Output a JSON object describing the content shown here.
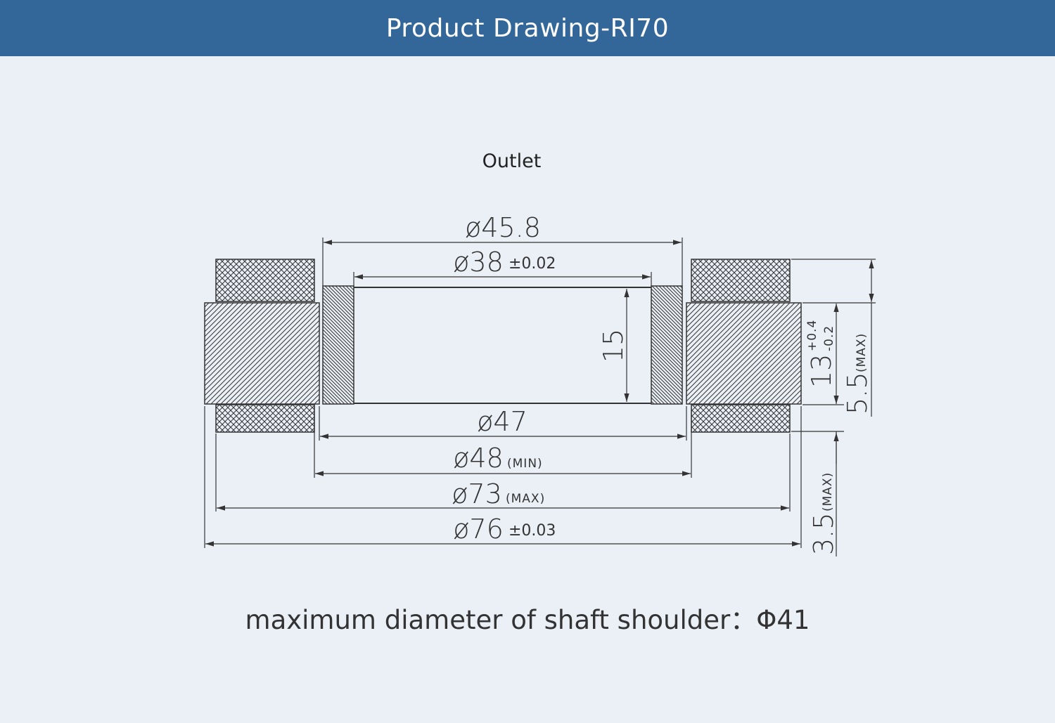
{
  "header": {
    "title": "Product Drawing-RI70"
  },
  "drawing": {
    "view_label": "Outlet",
    "dimensions": {
      "d45_8": "ø45.8",
      "d38": "ø38",
      "d38_tol": "±0.02",
      "h15": "15",
      "d47": "ø47",
      "d48": "ø48",
      "d48_note": "(MIN)",
      "d73": "ø73",
      "d73_note": "(MAX)",
      "d76": "ø76",
      "d76_tol": "±0.03",
      "h13": "13",
      "h13_tol_plus": "+0.4",
      "h13_tol_minus": "-0.2",
      "h5_5": "5.5",
      "h5_5_note": "(MAX)",
      "h3_5": "3.5",
      "h3_5_note": "(MAX)"
    }
  },
  "footer": {
    "note": "maximum diameter of shaft shoulder：Φ41"
  },
  "colors": {
    "header_bg": "#336699",
    "page_bg": "#ebf0f7",
    "line": "#333333"
  }
}
